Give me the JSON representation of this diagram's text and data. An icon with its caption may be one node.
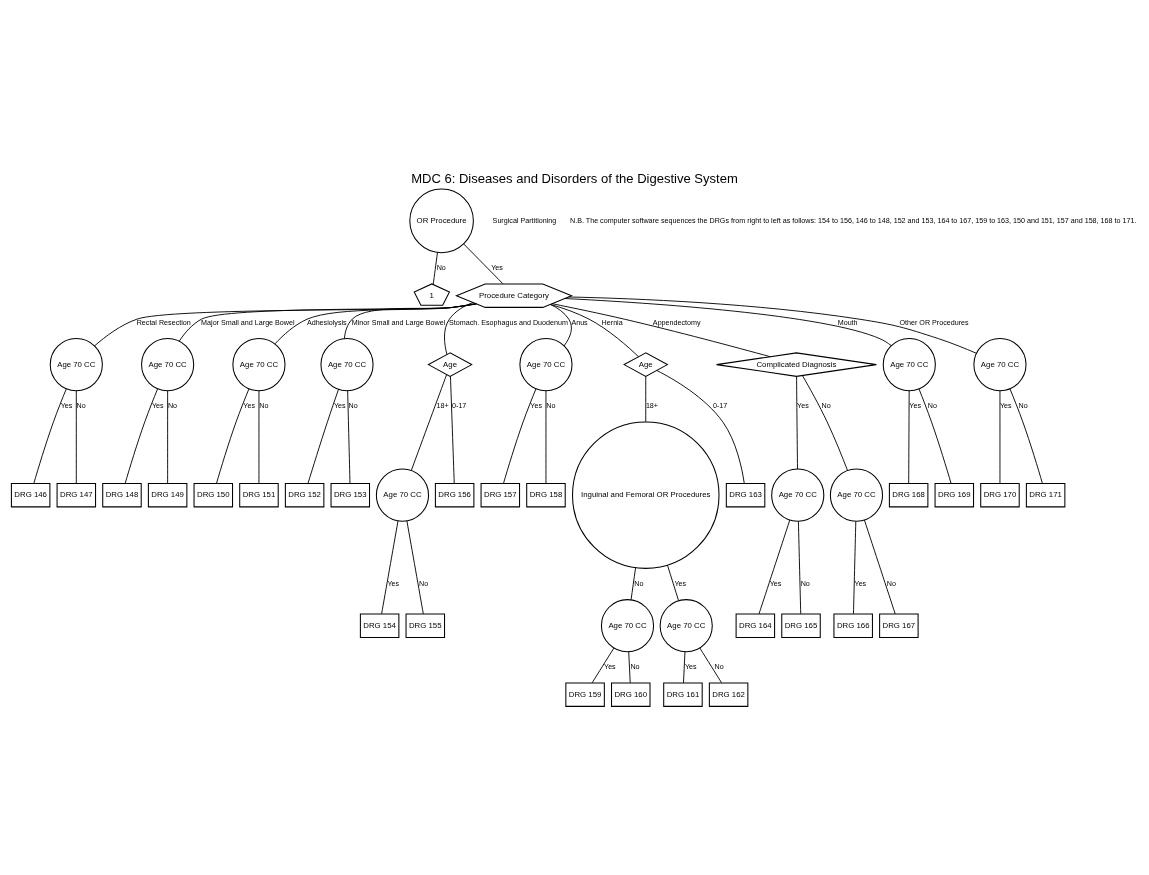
{
  "diagram": {
    "title": "MDC 6: Diseases and Disorders of the Digestive System",
    "nodes": [
      {
        "text": [
          "OR Procedure"
        ]
      },
      {
        "text": [
          "1"
        ]
      },
      {
        "text": [
          "Procedure Category"
        ]
      },
      {
        "text": [
          "Age 70 CC"
        ]
      },
      {
        "text": [
          "DRG 146"
        ]
      },
      {
        "text": [
          "DRG 147"
        ]
      },
      {
        "text": [
          "Age 70 CC"
        ]
      },
      {
        "text": [
          "DRG 148"
        ]
      },
      {
        "text": [
          "DRG 149"
        ]
      },
      {
        "text": [
          "Age 70 CC"
        ]
      },
      {
        "text": [
          "DRG 150"
        ]
      },
      {
        "text": [
          "DRG 151"
        ]
      },
      {
        "text": [
          "Age 70 CC"
        ]
      },
      {
        "text": [
          "DRG 152"
        ]
      },
      {
        "text": [
          "DRG 153"
        ]
      },
      {
        "text": [
          "Age"
        ]
      },
      {
        "text": [
          "Age 70 CC"
        ]
      },
      {
        "text": [
          "DRG 154"
        ]
      },
      {
        "text": [
          "DRG 155"
        ]
      },
      {
        "text": [
          "DRG 156"
        ]
      },
      {
        "text": [
          "Age 70 CC"
        ]
      },
      {
        "text": [
          "DRG 157"
        ]
      },
      {
        "text": [
          "DRG 158"
        ]
      },
      {
        "text": [
          "Age"
        ]
      },
      {
        "text": [
          "Inguinal and Femoral OR Procedures"
        ]
      },
      {
        "text": [
          "Age 70 CC"
        ]
      },
      {
        "text": [
          "DRG 159"
        ]
      },
      {
        "text": [
          "DRG 160"
        ]
      },
      {
        "text": [
          "Age 70 CC"
        ]
      },
      {
        "text": [
          "DRG 161"
        ]
      },
      {
        "text": [
          "DRG 162"
        ]
      },
      {
        "text": [
          "DRG 163"
        ]
      },
      {
        "text": [
          "Complicated Diagnosis"
        ]
      },
      {
        "text": [
          "Age 70 CC"
        ]
      },
      {
        "text": [
          "DRG 164"
        ]
      },
      {
        "text": [
          "DRG 165"
        ]
      },
      {
        "text": [
          "Age 70 CC"
        ]
      },
      {
        "text": [
          "DRG 166"
        ]
      },
      {
        "text": [
          "DRG 167"
        ]
      },
      {
        "text": [
          "Age 70 CC"
        ]
      },
      {
        "text": [
          "DRG 168"
        ]
      },
      {
        "text": [
          "DRG 169"
        ]
      },
      {
        "text": [
          "Age 70 CC"
        ]
      },
      {
        "text": [
          "DRG 170"
        ]
      },
      {
        "text": [
          "DRG 171"
        ]
      }
    ],
    "edges": [
      {
        "from": 0,
        "to": 1,
        "arrow": "none",
        "label": "No"
      },
      {
        "from": 0,
        "to": 2,
        "arrow": "none",
        "label": "Yes"
      },
      {
        "from": 2,
        "to": 3,
        "arrow": "none",
        "label": "Rectal Resection"
      },
      {
        "from": 2,
        "to": 6,
        "arrow": "none",
        "label": "Major Small and Large Bowel"
      },
      {
        "from": 2,
        "to": 9,
        "arrow": "none",
        "label": "Adhesiolysis"
      },
      {
        "from": 2,
        "to": 12,
        "arrow": "none",
        "label": "Minor Small and Large Bowel"
      },
      {
        "from": 2,
        "to": 15,
        "arrow": "none",
        "label": "Stomach. Esophagus and Duodenum"
      },
      {
        "from": 2,
        "to": 20,
        "arrow": "none",
        "label": "Anus"
      },
      {
        "from": 2,
        "to": 23,
        "arrow": "none",
        "label": "Hernia"
      },
      {
        "from": 2,
        "to": 32,
        "arrow": "none",
        "label": "Appendectomy"
      },
      {
        "from": 2,
        "to": 39,
        "arrow": "none",
        "label": "Mouth"
      },
      {
        "from": 2,
        "to": 42,
        "arrow": "none",
        "label": "Other OR Procedures"
      },
      {
        "from": 3,
        "to": 4,
        "arrow": "none",
        "label": "Yes"
      },
      {
        "from": 3,
        "to": 5,
        "arrow": "none",
        "label": "No"
      },
      {
        "from": 6,
        "to": 7,
        "arrow": "none",
        "label": "Yes"
      },
      {
        "from": 6,
        "to": 8,
        "arrow": "none",
        "label": "No"
      },
      {
        "from": 9,
        "to": 10,
        "arrow": "none",
        "label": "Yes"
      },
      {
        "from": 9,
        "to": 11,
        "arrow": "none",
        "label": "No"
      },
      {
        "from": 12,
        "to": 13,
        "arrow": "none",
        "label": "Yes"
      },
      {
        "from": 12,
        "to": 14,
        "arrow": "none",
        "label": "No"
      },
      {
        "from": 15,
        "to": 16,
        "arrow": "none",
        "label": "18+"
      },
      {
        "from": 15,
        "to": 19,
        "arrow": "none",
        "label": "0-17"
      },
      {
        "from": 16,
        "to": 17,
        "arrow": "none",
        "label": "Yes"
      },
      {
        "from": 16,
        "to": 18,
        "arrow": "none",
        "label": "No"
      },
      {
        "from": 20,
        "to": 21,
        "arrow": "none",
        "label": "Yes"
      },
      {
        "from": 20,
        "to": 22,
        "arrow": "none",
        "label": "No"
      },
      {
        "from": 23,
        "to": 24,
        "arrow": "none",
        "label": "18+"
      },
      {
        "from": 23,
        "to": 31,
        "arrow": "none",
        "label": "0-17"
      },
      {
        "from": 24,
        "to": 25,
        "arrow": "none",
        "label": "No"
      },
      {
        "from": 24,
        "to": 28,
        "arrow": "none",
        "label": "Yes"
      },
      {
        "from": 25,
        "to": 26,
        "arrow": "none",
        "label": "Yes"
      },
      {
        "from": 25,
        "to": 27,
        "arrow": "none",
        "label": "No"
      },
      {
        "from": 28,
        "to": 29,
        "arrow": "none",
        "label": "Yes"
      },
      {
        "from": 28,
        "to": 30,
        "arrow": "none",
        "label": "No"
      },
      {
        "from": 32,
        "to": 33,
        "arrow": "none",
        "label": "Yes"
      },
      {
        "from": 32,
        "to": 36,
        "arrow": "none",
        "label": "No"
      },
      {
        "from": 33,
        "to": 34,
        "arrow": "none",
        "label": "Yes"
      },
      {
        "from": 33,
        "to": 35,
        "arrow": "none",
        "label": "No"
      },
      {
        "from": 36,
        "to": 37,
        "arrow": "none",
        "label": "Yes"
      },
      {
        "from": 36,
        "to": 38,
        "arrow": "none",
        "label": "No"
      },
      {
        "from": 39,
        "to": 40,
        "arrow": "none",
        "label": "Yes"
      },
      {
        "from": 39,
        "to": 41,
        "arrow": "none",
        "label": "No"
      },
      {
        "from": 42,
        "to": 43,
        "arrow": "none",
        "label": "Yes"
      },
      {
        "from": 42,
        "to": 44,
        "arrow": "none",
        "label": "No"
      }
    ],
    "labels": [
      "Surgical Partitioning",
      "N.B. The computer software sequences the DRGs from right to left as follows: 154 to 156, 146 to 148, 152 and 153, 164 to 167, 159 to 163, 150 and 151, 157 and 158, 168 to 171."
    ]
  }
}
